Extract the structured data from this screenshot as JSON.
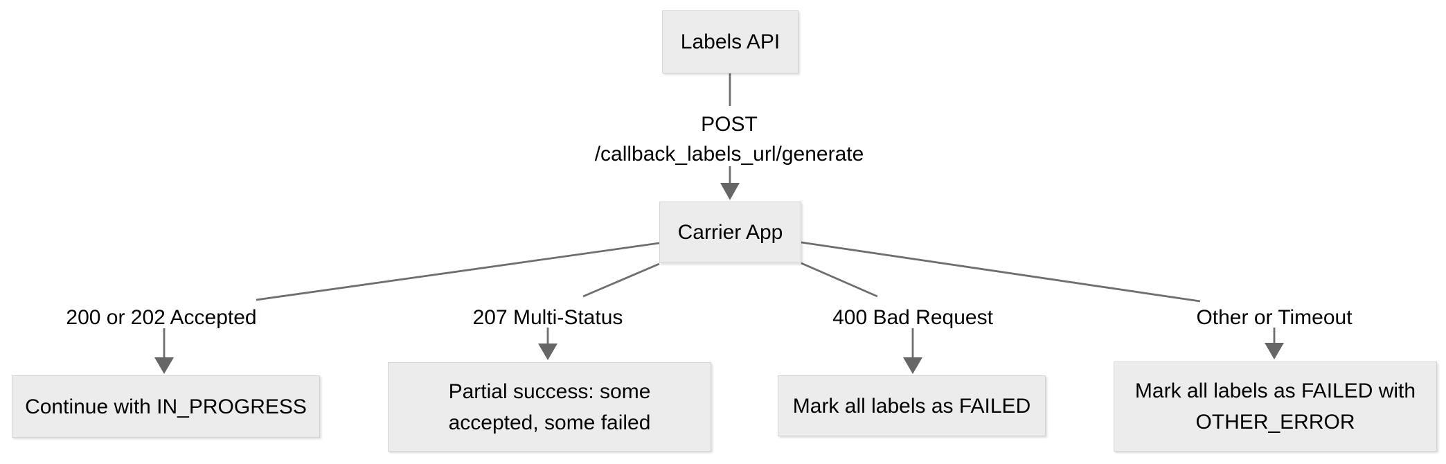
{
  "diagram": {
    "nodes": {
      "labels_api": {
        "label": "Labels API"
      },
      "carrier_app": {
        "label": "Carrier App"
      },
      "in_progress": {
        "label": "Continue with IN_PROGRESS"
      },
      "partial": {
        "label": "Partial success: some accepted, some failed"
      },
      "failed": {
        "label": "Mark all labels as FAILED"
      },
      "failed_other": {
        "label": "Mark all labels as FAILED with OTHER_ERROR"
      }
    },
    "edges": {
      "post_method": "POST",
      "post_path": "/callback_labels_url/generate",
      "branch_200": "200 or 202 Accepted",
      "branch_207": "207 Multi-Status",
      "branch_400": "400 Bad Request",
      "branch_other": "Other or Timeout"
    },
    "colors": {
      "node_fill": "#ececec",
      "node_border": "#d5d5d5",
      "connector": "#6e6e6e",
      "arrowhead": "#666666",
      "text": "#000000",
      "background": "#ffffff"
    }
  }
}
